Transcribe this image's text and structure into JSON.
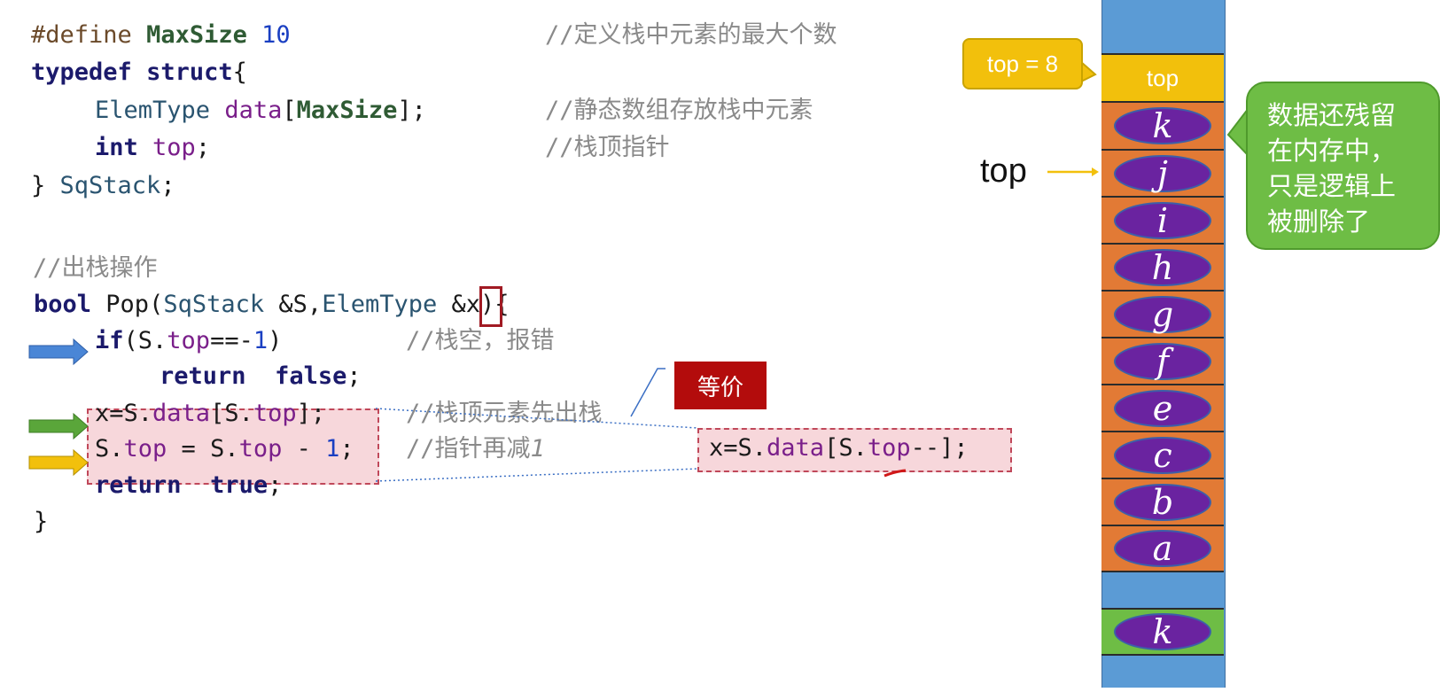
{
  "code": {
    "define_kw": "#define",
    "define_name": "MaxSize",
    "define_value": "10",
    "define_comment": "//定义栈中元素的最大个数",
    "typedef_kw": "typedef",
    "struct_kw": "struct",
    "struct_open": "{",
    "field1_type": "ElemType",
    "field1_name": "data",
    "field1_size": "MaxSize",
    "field1_comment": "//静态数组存放栈中元素",
    "field2_type": "int",
    "field2_name": "top",
    "field2_comment": "//栈顶指针",
    "struct_close_name": "SqStack",
    "pop_comment": "//出栈操作",
    "fn_ret": "bool",
    "fn_name": "Pop",
    "fn_param1_type": "SqStack",
    "fn_param1_name": "&S",
    "fn_param2_type": "ElemType",
    "fn_param2_amp": "&",
    "fn_param2_name": "x",
    "if_comment": "//栈空，报错",
    "return_kw": "return",
    "false_kw": "false",
    "true_kw": "true",
    "assign_comment": "//栈顶元素先出栈",
    "decrement_comment": "//指针再减",
    "decrement_comment_num": "1",
    "equivalent_code": "x=S.data[S.top--];"
  },
  "equiv_label": "等价",
  "stack": {
    "top_bubble": "top = 8",
    "top_cell_label": "top",
    "side_label": "top",
    "elements": [
      "k",
      "j",
      "i",
      "h",
      "g",
      "f",
      "e",
      "c",
      "b",
      "a"
    ],
    "popped_element": "k",
    "note": "数据还残留\n在内存中，\n只是逻辑上\n被删除了"
  },
  "colors": {
    "stack_blue": "#5b9bd5",
    "stack_orange": "#e27a35",
    "stack_green": "#6ebd45",
    "top_yellow": "#f2c00c",
    "ellipse_purple": "#6a23a0",
    "arrow_blue": "#4a86d6",
    "arrow_green": "#5aa63a",
    "arrow_yellow": "#f2c00c",
    "equiv_red": "#b30c0c"
  }
}
